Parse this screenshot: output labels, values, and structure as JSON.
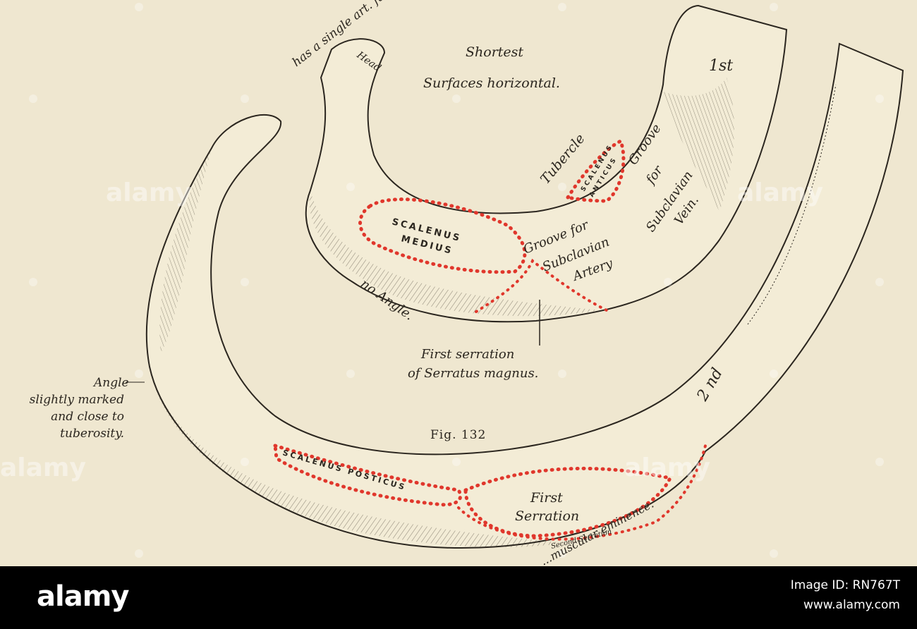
{
  "figure": {
    "fig_label": "Fig. 132",
    "rib_labels": {
      "first": "1st",
      "second": "2 nd"
    },
    "annotations": {
      "shortest": "Shortest",
      "surfaces": "Surfaces horizontal.",
      "head": "Head",
      "head_note": "has a single art. facet.",
      "tubercle": "Tubercle",
      "no_angle": "no Angle.",
      "first_serration_1": "First serration",
      "first_serration_2": "of Serratus magnus.",
      "angle_1": "Angle",
      "angle_2": "slightly marked",
      "angle_3": "and close to",
      "angle_4": "tuberosity.",
      "groove_artery_1": "Groove for",
      "groove_artery_2": "Subclavian",
      "groove_artery_3": "Artery",
      "groove_vein_1": "Groove",
      "groove_vein_2": "for",
      "groove_vein_3": "Subclavian",
      "groove_vein_4": "Vein.",
      "scalenus_medius_1": "SCALENUS",
      "scalenus_medius_2": "MEDIUS",
      "scalenus_anticus_1": "SCALENUS",
      "scalenus_anticus_2": "ANTICUS",
      "scalenus_posticus": "SCALENUS POSTICUS",
      "first_serration_area_1": "First",
      "first_serration_area_2": "Serration",
      "second_serration": "Second Serration",
      "muscular_eminence": "...muscular eminence."
    },
    "colors": {
      "paper": "#efe7d0",
      "ink": "#2b261f",
      "muscle_outline": "#e0372c"
    }
  },
  "watermarks": {
    "text": "alamy"
  },
  "footer": {
    "logo": "alamy",
    "image_id": "Image ID: RN767T",
    "url": "www.alamy.com"
  }
}
